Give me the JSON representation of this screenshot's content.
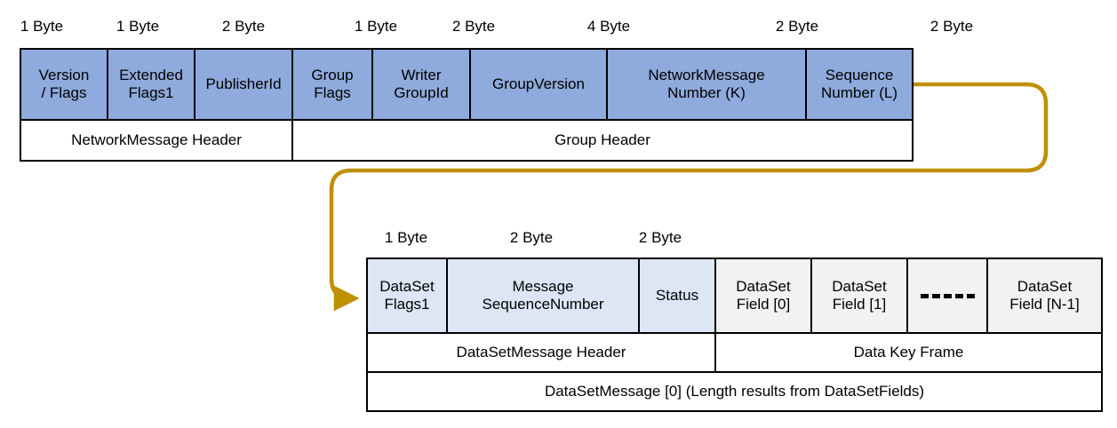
{
  "diagram": {
    "title": "OPC UA PubSub UADP NetworkMessage layout",
    "accent_color": "#bf9000",
    "blue_fill": "#8faadc",
    "lightblue_fill": "#dce6f4",
    "gray_fill": "#f2f2f2",
    "border_color": "#000000"
  },
  "network_message": {
    "byte_labels": [
      {
        "text": "1 Byte"
      },
      {
        "text": "1 Byte"
      },
      {
        "text": "2 Byte"
      },
      {
        "text": "1 Byte"
      },
      {
        "text": "2 Byte"
      },
      {
        "text": "4 Byte"
      },
      {
        "text": "2 Byte"
      },
      {
        "text": "2 Byte"
      }
    ],
    "fields": [
      {
        "text": "Version\n/ Flags"
      },
      {
        "text": "Extended\nFlags1"
      },
      {
        "text": "PublisherId"
      },
      {
        "text": "Group\nFlags"
      },
      {
        "text": "Writer\nGroupId"
      },
      {
        "text": "GroupVersion"
      },
      {
        "text": "NetworkMessage\nNumber (K)"
      },
      {
        "text": "Sequence\nNumber (L)"
      }
    ],
    "groups": [
      {
        "text": "NetworkMessage Header"
      },
      {
        "text": "Group Header"
      }
    ]
  },
  "dataset_message": {
    "byte_labels": [
      {
        "text": "1 Byte"
      },
      {
        "text": "2 Byte"
      },
      {
        "text": "2 Byte"
      }
    ],
    "header_fields": [
      {
        "text": "DataSet\nFlags1"
      },
      {
        "text": "Message\nSequenceNumber"
      },
      {
        "text": "Status"
      }
    ],
    "data_fields": [
      {
        "text": "DataSet\nField [0]"
      },
      {
        "text": "DataSet\nField [1]"
      },
      {
        "text": "-----"
      },
      {
        "text": "DataSet\nField [N-1]"
      }
    ],
    "groups": [
      {
        "text": "DataSetMessage Header"
      },
      {
        "text": "Data Key Frame"
      }
    ],
    "footer": {
      "text": "DataSetMessage [0]   (Length results from DataSetFields)"
    }
  }
}
